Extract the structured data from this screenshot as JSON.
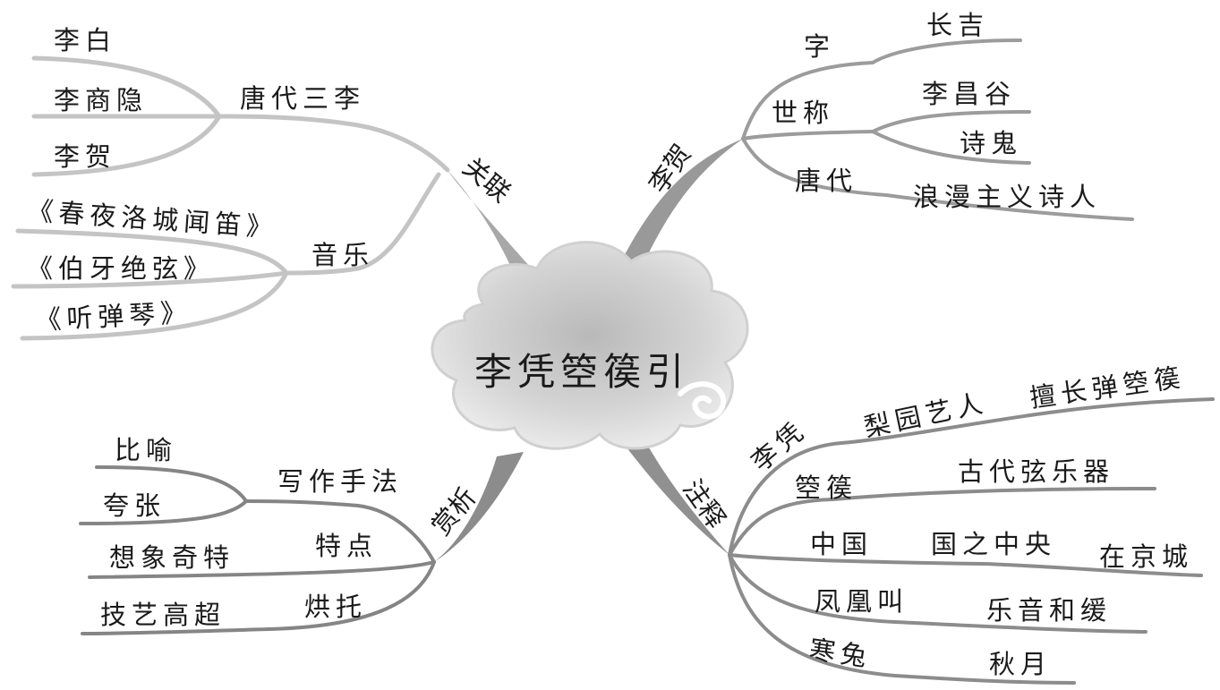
{
  "center": "李凭箜篌引",
  "branches": {
    "lihe": {
      "label": "李贺",
      "zi": {
        "label": "字",
        "value": "长吉"
      },
      "shicheng": {
        "label": "世称",
        "values": [
          "李昌谷",
          "诗鬼"
        ]
      },
      "tangdai": {
        "label": "唐代",
        "value": "浪漫主义诗人"
      }
    },
    "guanlian": {
      "label": "关联",
      "tangdai_sanli": {
        "label": "唐代三李",
        "items": [
          "李白",
          "李商隐",
          "李贺"
        ]
      },
      "yinyue": {
        "label": "音乐",
        "items": [
          "《春夜洛城闻笛》",
          "《伯牙绝弦》",
          "《听弹琴》"
        ]
      }
    },
    "shangxi": {
      "label": "赏析",
      "xiezuo": {
        "label": "写作手法",
        "items": [
          "比喻",
          "夸张"
        ]
      },
      "tedian": {
        "label": "特点",
        "value": "想象奇特"
      },
      "hongtuo": {
        "label": "烘托",
        "value": "技艺高超"
      }
    },
    "zhushi": {
      "label": "注释",
      "lipin": {
        "label": "李凭",
        "mid": "梨园艺人",
        "value": "擅长弹箜篌"
      },
      "konghou": {
        "label": "箜篌",
        "value": "古代弦乐器"
      },
      "zhongguo": {
        "label": "中国",
        "mid": "国之中央",
        "value": "在京城"
      },
      "fenghuang": {
        "label": "凤凰叫",
        "value": "乐音和缓"
      },
      "hantu": {
        "label": "寒兔",
        "value": "秋月"
      }
    }
  },
  "colors": {
    "line_light": "#c2c2c2",
    "line_dark": "#8a8a8a",
    "text": "#1a1a1a"
  }
}
